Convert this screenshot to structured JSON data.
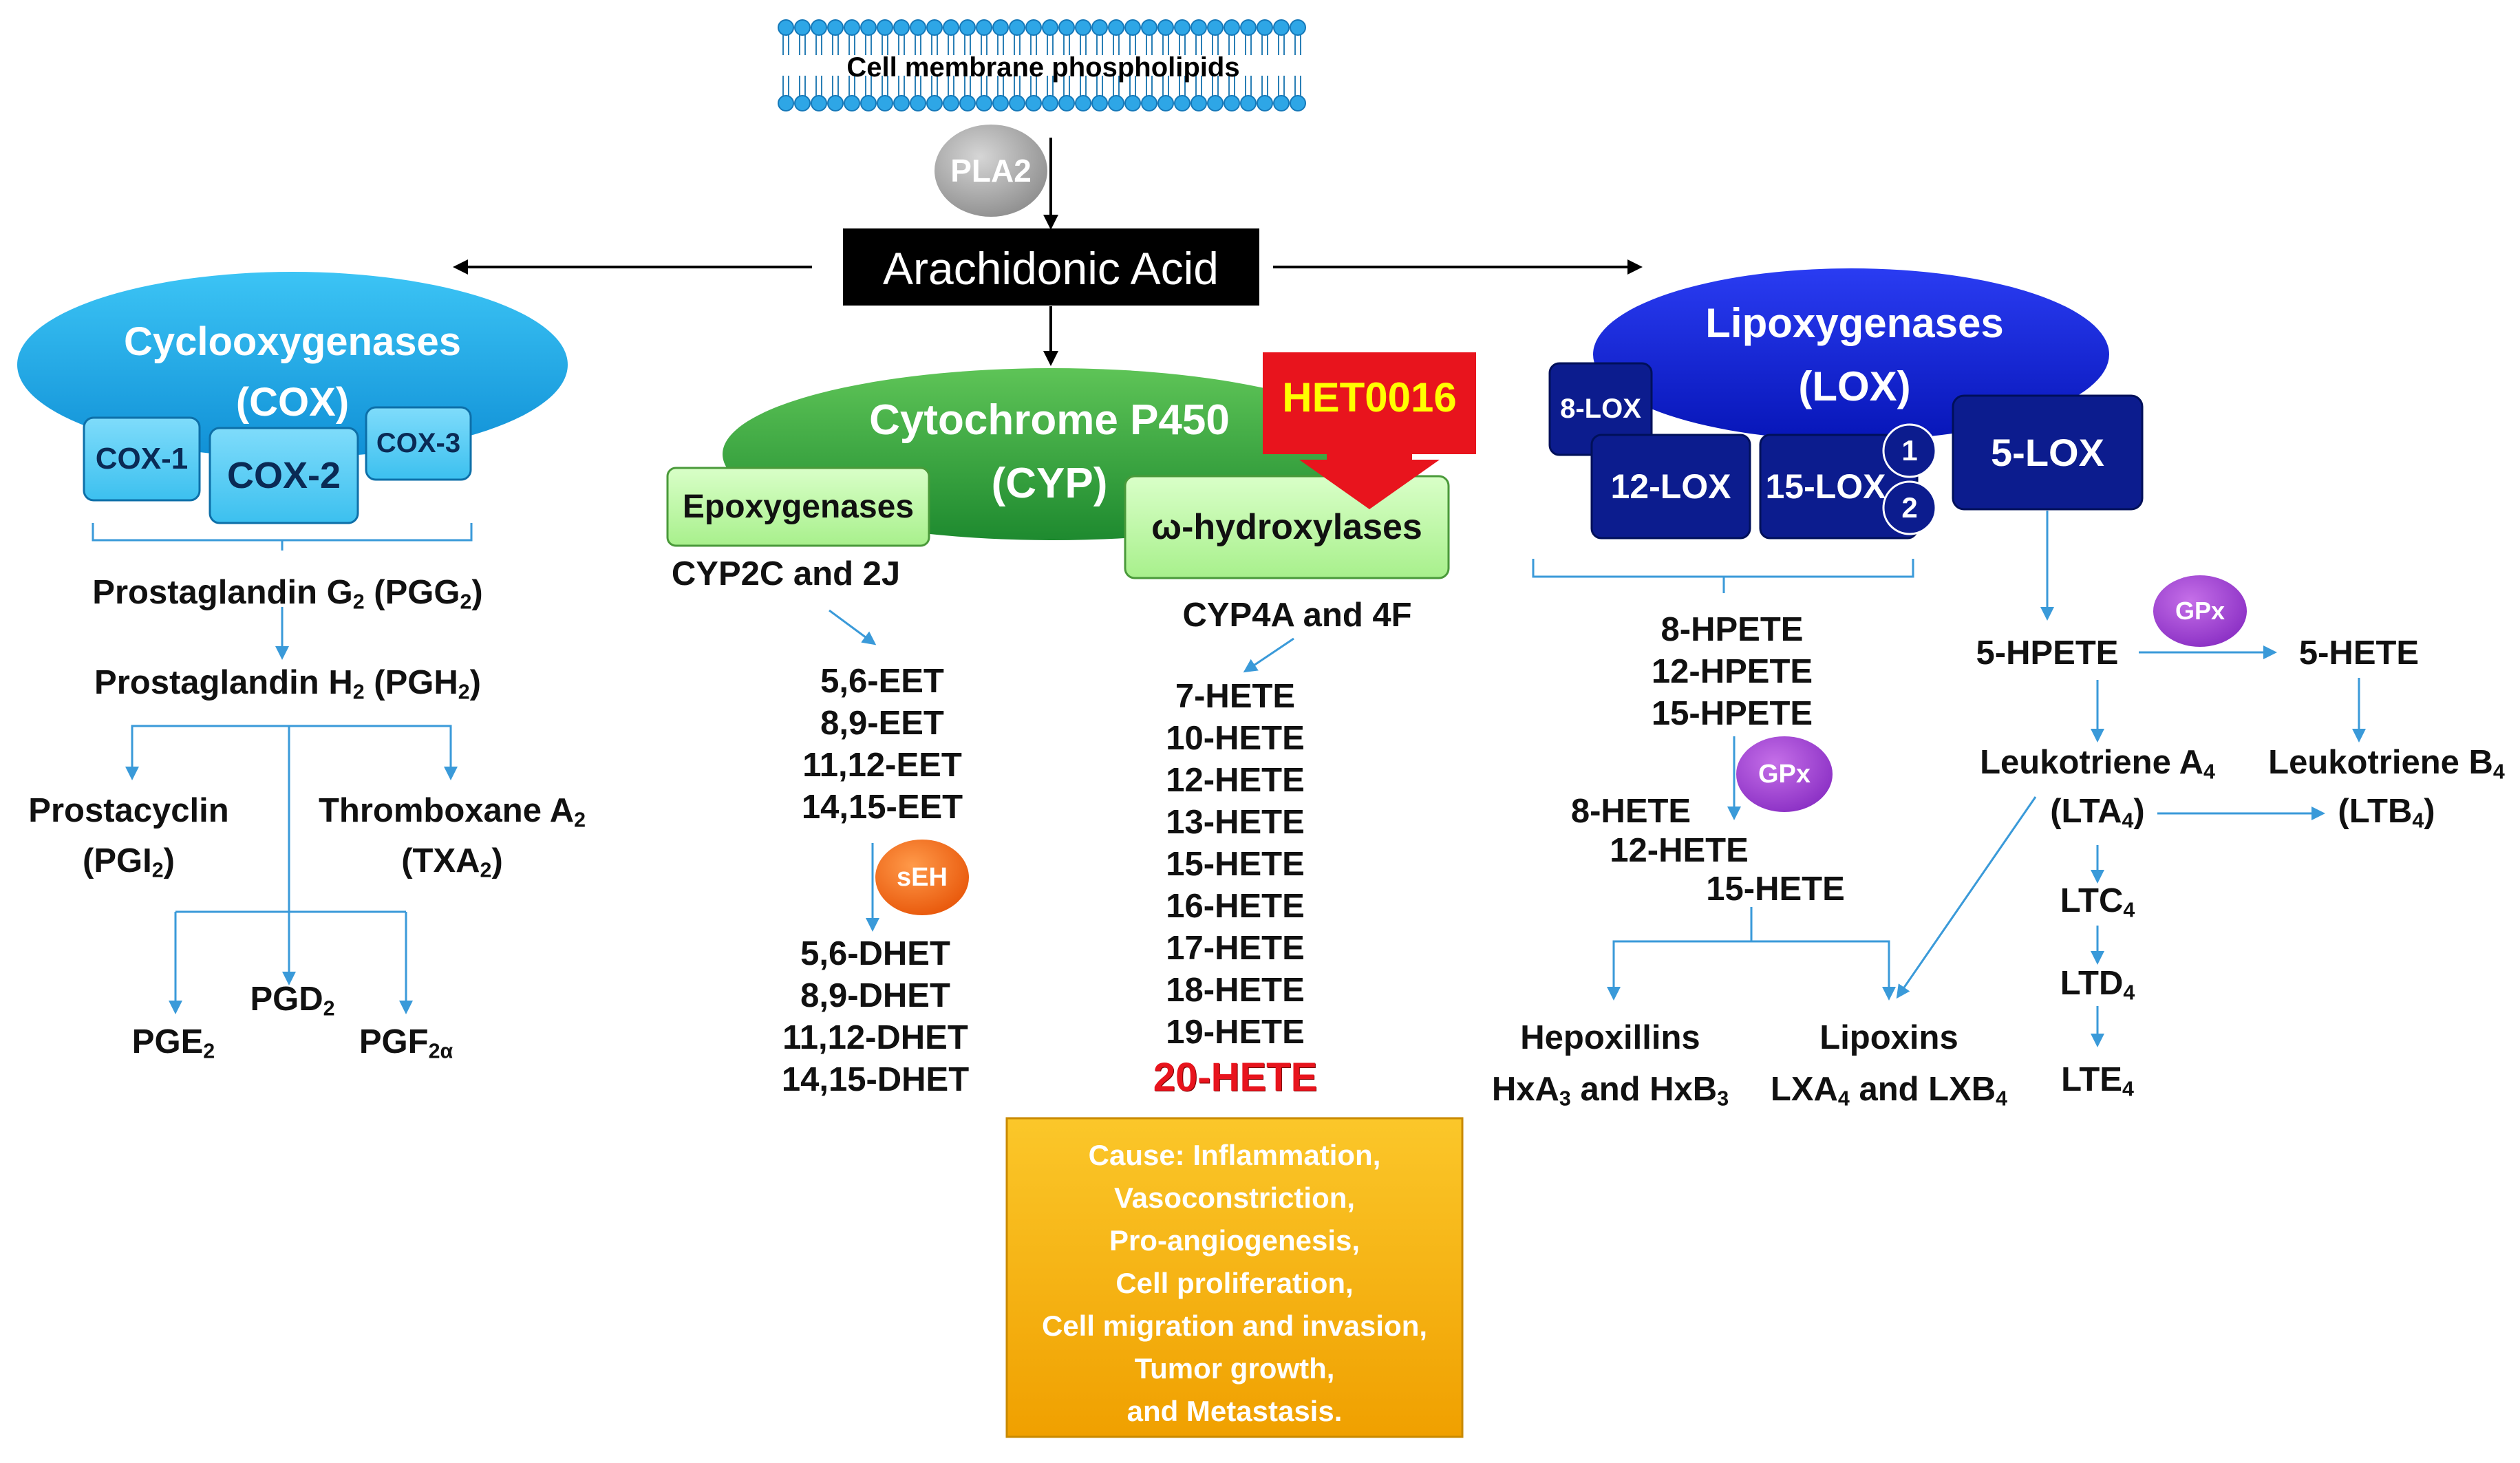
{
  "colors": {
    "arrow_black": "#000000",
    "arrow_blue": "#3a9ad9",
    "cox": "#1aa9e8",
    "cyp": "#2d9a3f",
    "lox": "#0a1fcf",
    "highlight": "#e8141d",
    "effects_box": "#f5b40a"
  },
  "membrane": {
    "label": "Cell membrane phospholipids"
  },
  "pla2": {
    "label": "PLA2"
  },
  "aa": {
    "label": "Arachidonic Acid"
  },
  "cox": {
    "line1": "Cyclooxygenases",
    "line2": "(COX)",
    "iso": [
      "COX-1",
      "COX-2",
      "COX-3"
    ],
    "pgg2": {
      "a": "Prostaglandin G",
      "s1": "2",
      "b": " (PGG",
      "s2": "2",
      "c": ")"
    },
    "pgh2": {
      "a": "Prostaglandin H",
      "s1": "2",
      "b": " (PGH",
      "s2": "2",
      "c": ")"
    },
    "pgi2": {
      "line1": "Prostacyclin",
      "a": "(PGI",
      "s": "2",
      "b": ")"
    },
    "txa2": {
      "a": "Thromboxane A",
      "s1": "2",
      "b": "(TXA",
      "s2": "2",
      "c": ")"
    },
    "pge2": {
      "a": "PGE",
      "s": "2"
    },
    "pgd2": {
      "a": "PGD",
      "s": "2"
    },
    "pgf2a": {
      "a": "PGF",
      "s": "2α"
    }
  },
  "cyp": {
    "line1": "Cytochrome P450",
    "line2": "(CYP)",
    "inhibitor": "HET0016",
    "epox": "Epoxygenases",
    "omega": "ω-hydroxylases",
    "epox_iso": "CYP2C and 2J",
    "omega_iso": "CYP4A and 4F",
    "eets": [
      "5,6-EET",
      "8,9-EET",
      "11,12-EET",
      "14,15-EET"
    ],
    "seh": "sEH",
    "dhets": [
      "5,6-DHET",
      "8,9-DHET",
      "11,12-DHET",
      "14,15-DHET"
    ],
    "hetes": [
      "7-HETE",
      "10-HETE",
      "12-HETE",
      "13-HETE",
      "15-HETE",
      "16-HETE",
      "17-HETE",
      "18-HETE",
      "19-HETE"
    ],
    "hete20": "20-HETE",
    "effects": [
      "Cause: Inflammation,",
      "Vasoconstriction,",
      "Pro-angiogenesis,",
      "Cell proliferation,",
      "Cell migration and invasion,",
      "Tumor growth,",
      "and Metastasis."
    ]
  },
  "lox": {
    "line1": "Lipoxygenases",
    "line2": "(LOX)",
    "lox8": "8-LOX",
    "lox12": "12-LOX",
    "lox15": "15-LOX",
    "lox15_sub": [
      "1",
      "2"
    ],
    "lox5": "5-LOX",
    "hpetes": [
      "8-HPETE",
      "12-HPETE",
      "15-HPETE"
    ],
    "gpx": "GPx",
    "hetes": [
      "8-HETE",
      "12-HETE",
      "15-HETE"
    ],
    "hepox": {
      "line1": "Hepoxillins",
      "a": "HxA",
      "s1": "3",
      "b": " and HxB",
      "s2": "3"
    },
    "lipox": {
      "line1": "Lipoxins",
      "a": "LXA",
      "s1": "4",
      "b": " and LXB",
      "s2": "4"
    },
    "hpete5": "5-HPETE",
    "hete5": "5-HETE",
    "lta4": {
      "a": "Leukotriene A",
      "s": "4",
      "b": "(LTA",
      "s2": "4",
      "c": ")"
    },
    "ltb4": {
      "a": "Leukotriene B",
      "s": "4",
      "b": "(LTB",
      "s2": "4",
      "c": ")"
    },
    "ltc4": {
      "a": "LTC",
      "s": "4"
    },
    "ltd4": {
      "a": "LTD",
      "s": "4"
    },
    "lte4": {
      "a": "LTE",
      "s": "4"
    }
  }
}
